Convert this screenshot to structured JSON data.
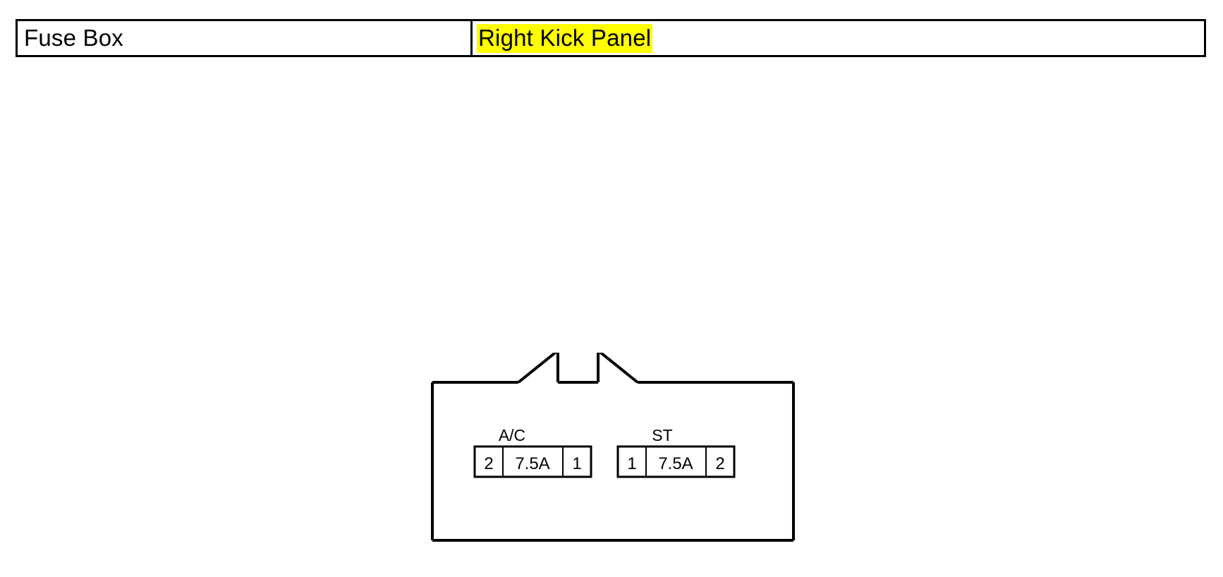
{
  "header": {
    "columns": [
      {
        "label": "Fuse Box",
        "highlighted": false
      },
      {
        "label": "Right Kick Panel",
        "highlighted": true
      }
    ]
  },
  "diagram": {
    "name": "fuse-box-connector-diagram",
    "connector_notches": 2,
    "fuses": [
      {
        "name": "A/C",
        "left_pin": "2",
        "rating": "7.5A",
        "right_pin": "1"
      },
      {
        "name": "ST",
        "left_pin": "1",
        "rating": "7.5A",
        "right_pin": "2"
      }
    ]
  },
  "colors": {
    "highlight": "#ffff00",
    "line": "#000000",
    "background": "#ffffff"
  }
}
